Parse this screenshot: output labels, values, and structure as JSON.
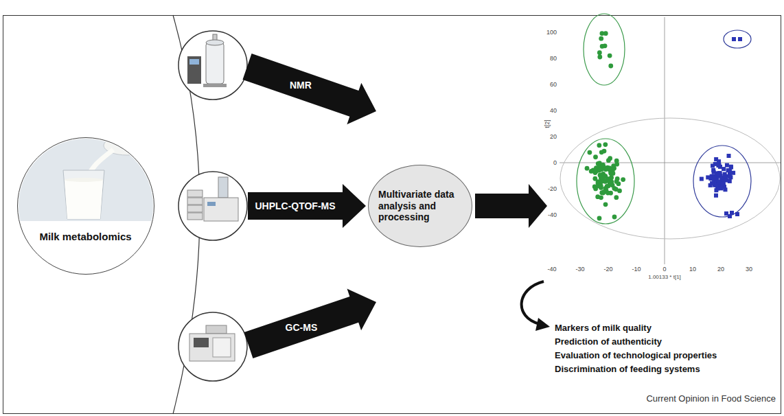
{
  "diagram": {
    "nodes": [
      {
        "text": [
          "Milk metabolomics"
        ]
      },
      {
        "text": [
          "NMR"
        ]
      },
      {
        "text": [
          "UHPLC-QTOF-MS"
        ]
      },
      {
        "text": [
          "GC-MS"
        ]
      },
      {
        "text": [
          "Multivariate data analysis and processing"
        ]
      }
    ],
    "labels": [
      "100",
      "80",
      "60",
      "40",
      "20",
      "0",
      "-20",
      "-40",
      "-40",
      "-30",
      "-20",
      "-10",
      "0",
      "10",
      "20",
      "30",
      "t[2]",
      "1.00133 * t[1]",
      "Markers of milk quality",
      "Prediction of authenticity",
      "Evaluation of technological properties",
      "Discrimination of feeding systems",
      "Current Opinion in Food Science"
    ]
  }
}
